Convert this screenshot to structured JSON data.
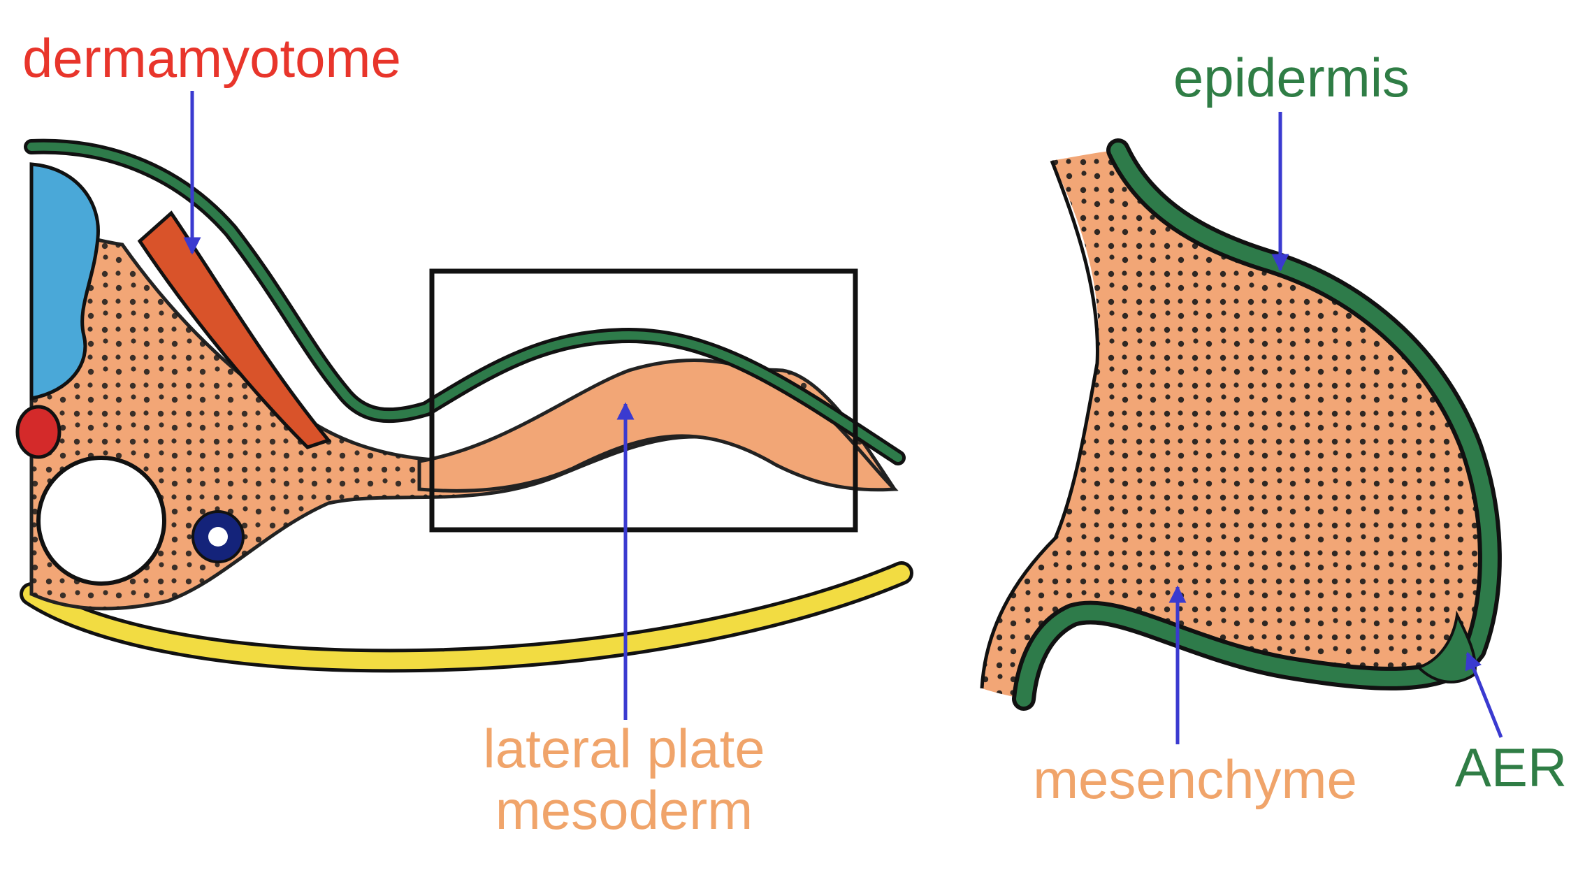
{
  "labels": {
    "dermamyotome": "dermamyotome",
    "epidermis": "epidermis",
    "lateral_plate_line1": "lateral plate",
    "lateral_plate_line2": "mesoderm",
    "mesenchyme": "mesenchyme",
    "aer": "AER"
  },
  "colors": {
    "label_red": "#e8352b",
    "label_green": "#2f7d45",
    "label_orange": "#f0a46a",
    "mesoderm_fill": "#f2a676",
    "epidermis_green": "#2e7b4a",
    "ectoderm_dark": "#111111",
    "dermamyotome_fill": "#d9532a",
    "neural_tube_blue": "#4aa8d8",
    "endoderm_yellow": "#f2dc42",
    "arrow_blue": "#3a3ad0",
    "aorta_red": "#d42a2a",
    "vessel_navy": "#14237a"
  }
}
